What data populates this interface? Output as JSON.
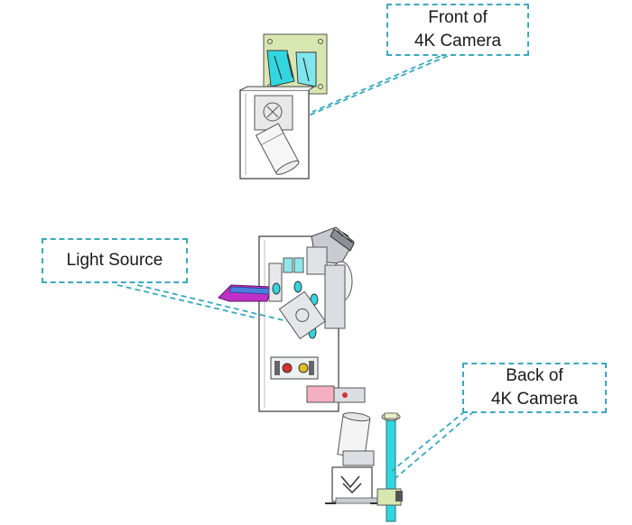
{
  "callouts": {
    "front_camera": {
      "text": "Front of\n4K Camera"
    },
    "light_source": {
      "text": "Light Source"
    },
    "back_camera": {
      "text": "Back of\n4K Camera"
    }
  },
  "colors": {
    "leader": "#3aa9bd",
    "outline": "#555555",
    "cyan_part": "#31d6e0",
    "pale_green": "#d8e6b0",
    "magenta_part": "#c030c8",
    "blue_part": "#4a7fe0",
    "steel": "#b8bcc4",
    "red_button": "#d83030",
    "yellow_button": "#e0c020",
    "pink_part": "#f4b0c0"
  }
}
